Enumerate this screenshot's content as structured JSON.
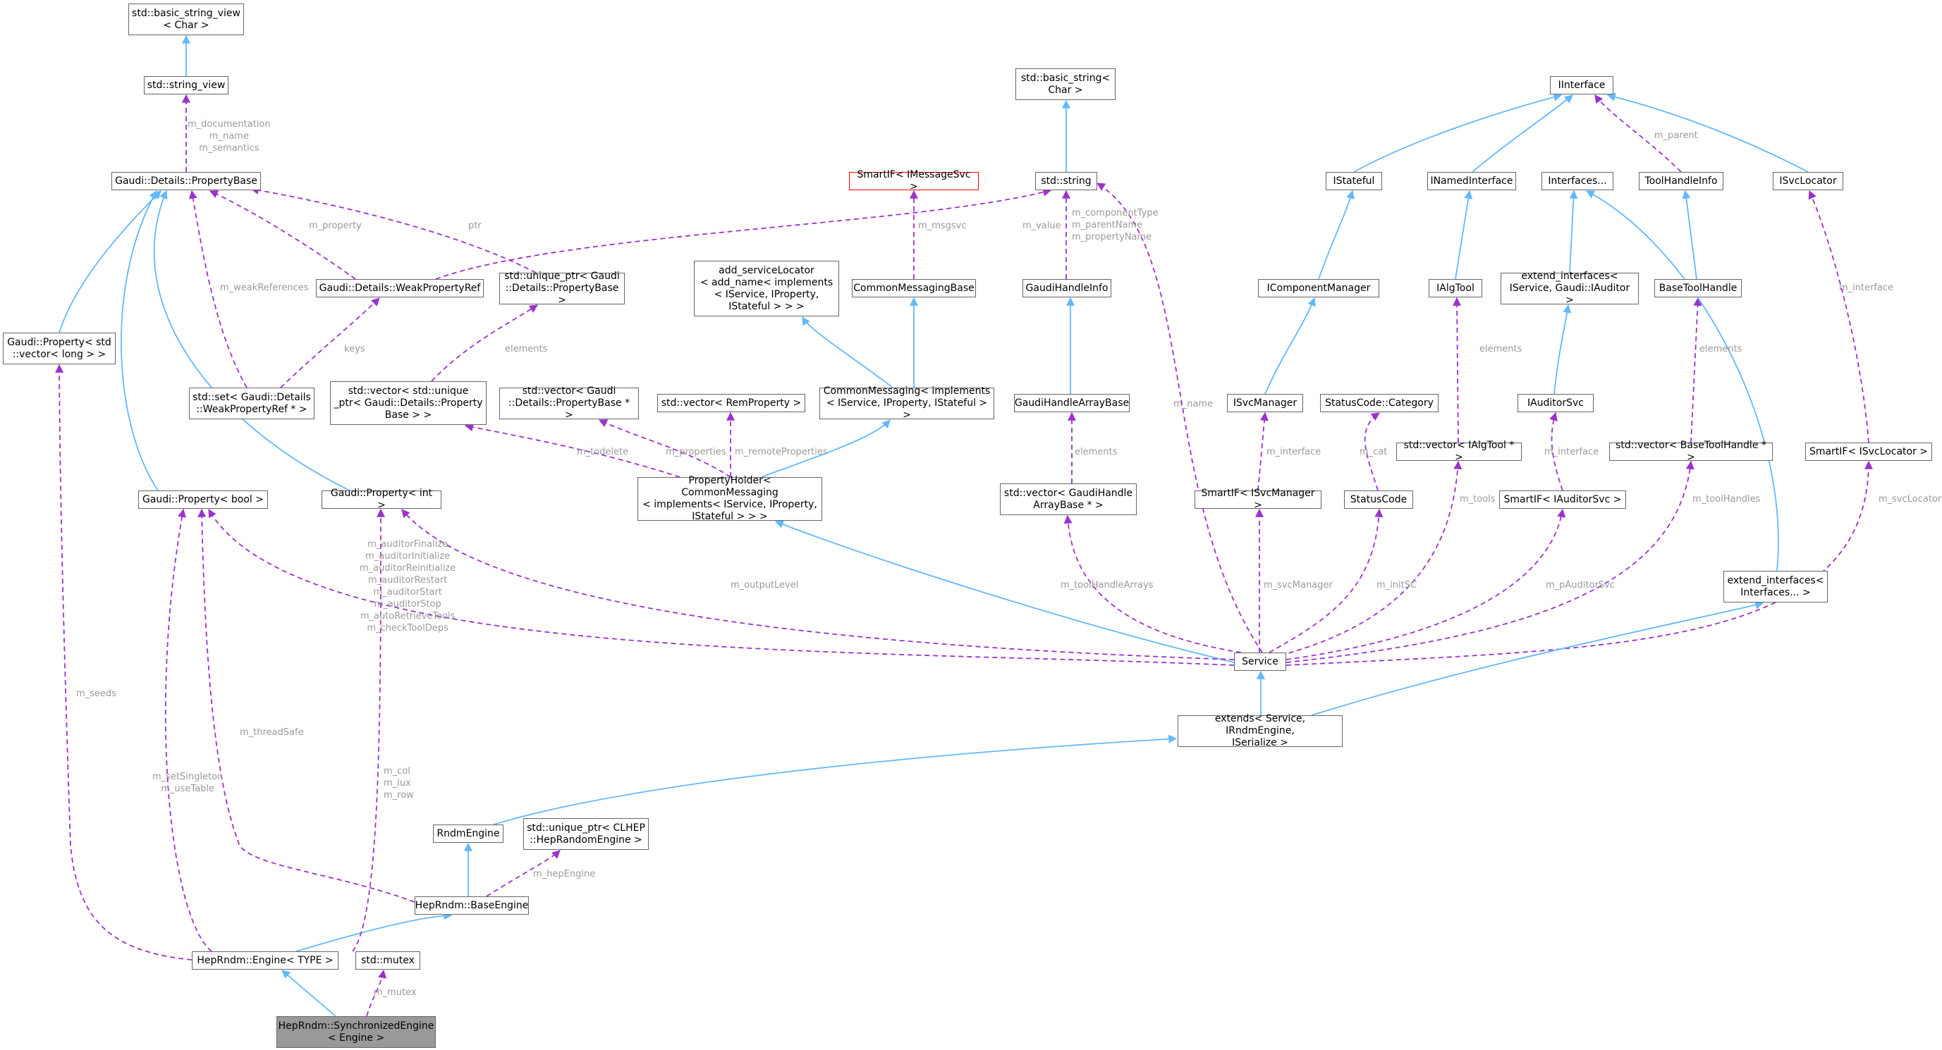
{
  "colors": {
    "inheritance": "#63b8ff",
    "usage": "#9a32cd",
    "node_border": "#666666",
    "focus_fill": "#999999",
    "label": "#9a9a9a",
    "red_border": "#ff0000"
  },
  "nodes": {
    "basic_string_view": "std::basic_string_view\n< Char >",
    "string_view": "std::string_view",
    "property_base": "Gaudi::Details::PropertyBase",
    "property_vector_long": "Gaudi::Property< std\n::vector< long > >",
    "weak_property_ref": "Gaudi::Details::WeakPropertyRef",
    "unique_ptr_property_base": "std::unique_ptr< Gaudi\n::Details::PropertyBase >",
    "set_weak_property_ref": "std::set< Gaudi::Details\n::WeakPropertyRef * >",
    "vector_unique_ptr_property": "std::vector< std::unique\n_ptr< Gaudi::Details::Property\nBase > >",
    "vector_property_base_ptr": "std::vector< Gaudi\n::Details::PropertyBase * >",
    "property_bool": "Gaudi::Property< bool >",
    "property_int": "Gaudi::Property< int >",
    "smartif_messagesvc": "SmartIF< IMessageSvc >",
    "add_service_locator": "add_serviceLocator\n< add_name< implements\n< IService, IProperty,\nIStateful > > >",
    "common_messaging_base": "CommonMessagingBase",
    "common_messaging": "CommonMessaging< implements\n< IService, IProperty, IStateful > >",
    "vector_rem_property": "std::vector< RemProperty >",
    "property_holder": "PropertyHolder< CommonMessaging\n< implements< IService, IProperty,\nIStateful > > >",
    "basic_string_char": "std::basic_string<\nChar >",
    "std_string": "std::string",
    "gaudi_handle_info": "GaudiHandleInfo",
    "gaudi_handle_array_base": "GaudiHandleArrayBase",
    "vector_gaudi_handle_array_base": "std::vector< GaudiHandle\nArrayBase * >",
    "iinterface": "IInterface",
    "istateful": "IStateful",
    "inamed_interface": "INamedInterface",
    "interfaces": "Interfaces...",
    "tool_handle_info": "ToolHandleInfo",
    "isvc_locator": "ISvcLocator",
    "icomponent_manager": "IComponentManager",
    "ialg_tool": "IAlgTool",
    "extend_interfaces_auditor": "extend_interfaces<\nIService, Gaudi::IAuditor >",
    "base_tool_handle": "BaseToolHandle",
    "isvc_manager": "ISvcManager",
    "status_code_category": "StatusCode::Category",
    "iauditor_svc": "IAuditorSvc",
    "vector_ialg_tool": "std::vector< IAlgTool * >",
    "vector_base_tool_handle": "std::vector< BaseToolHandle * >",
    "smartif_svc_locator": "SmartIF< ISvcLocator >",
    "smartif_svc_manager": "SmartIF< ISvcManager >",
    "status_code": "StatusCode",
    "smartif_auditor_svc": "SmartIF< IAuditorSvc >",
    "extend_interfaces_generic": "extend_interfaces<\nInterfaces... >",
    "service": "Service",
    "extends_service": "extends< Service, IRndmEngine,\nISerialize >",
    "rndm_engine": "RndmEngine",
    "unique_ptr_hep_random_engine": "std::unique_ptr< CLHEP\n::HepRandomEngine >",
    "heprndm_base_engine": "HepRndm::BaseEngine",
    "heprndm_engine_type": "HepRndm::Engine< TYPE >",
    "std_mutex": "std::mutex",
    "heprndm_synchronized_engine": "HepRndm::SynchronizedEngine\n< Engine >"
  },
  "edge_labels": {
    "m_documentation": "m_documentation\nm_name\nm_semantics",
    "m_property": "m_property",
    "ptr": "ptr",
    "m_weak_references": "m_weakReferences",
    "keys": "keys",
    "elements_unique_ptr": "elements",
    "m_todelete": "m_todelete",
    "m_properties": "m_properties",
    "m_remote_properties": "m_remoteProperties",
    "m_msgsvc": "m_msgsvc",
    "m_value": "m_value",
    "m_component_type": "m_componentType\nm_parentName\nm_propertyName",
    "elements_gaudi_handle": "elements",
    "m_name": "m_name",
    "m_parent": "m_parent",
    "m_interface_locator": "m_interface",
    "elements_alg_tool": "elements",
    "elements_base_tool": "elements",
    "m_interface_manager": "m_interface",
    "m_cat": "m_cat",
    "m_interface_auditor": "m_interface",
    "m_tools": "m_tools",
    "m_tool_handles": "m_toolHandles",
    "m_svc_locator": "m_svcLocator",
    "m_auditor_list": "m_auditorFinalize\nm_auditorInitialize\nm_auditorReinitialize\nm_auditorRestart\nm_auditorStart\nm_auditorStop\nm_autoRetrieveTools\nm_checkToolDeps",
    "m_output_level": "m_outputLevel",
    "m_tool_handle_arrays": "m_toolHandleArrays",
    "m_svc_manager": "m_svcManager",
    "m_init_sc": "m_initSC",
    "m_p_auditor_svc": "m_pAuditorSvc",
    "m_seeds": "m_seeds",
    "m_thread_safe": "m_threadSafe",
    "m_set_singleton": "m_setSingleton\nm_useTable",
    "m_col": "m_col\nm_lux\nm_row",
    "m_hep_engine": "m_hepEngine",
    "m_mutex": "m_mutex"
  }
}
